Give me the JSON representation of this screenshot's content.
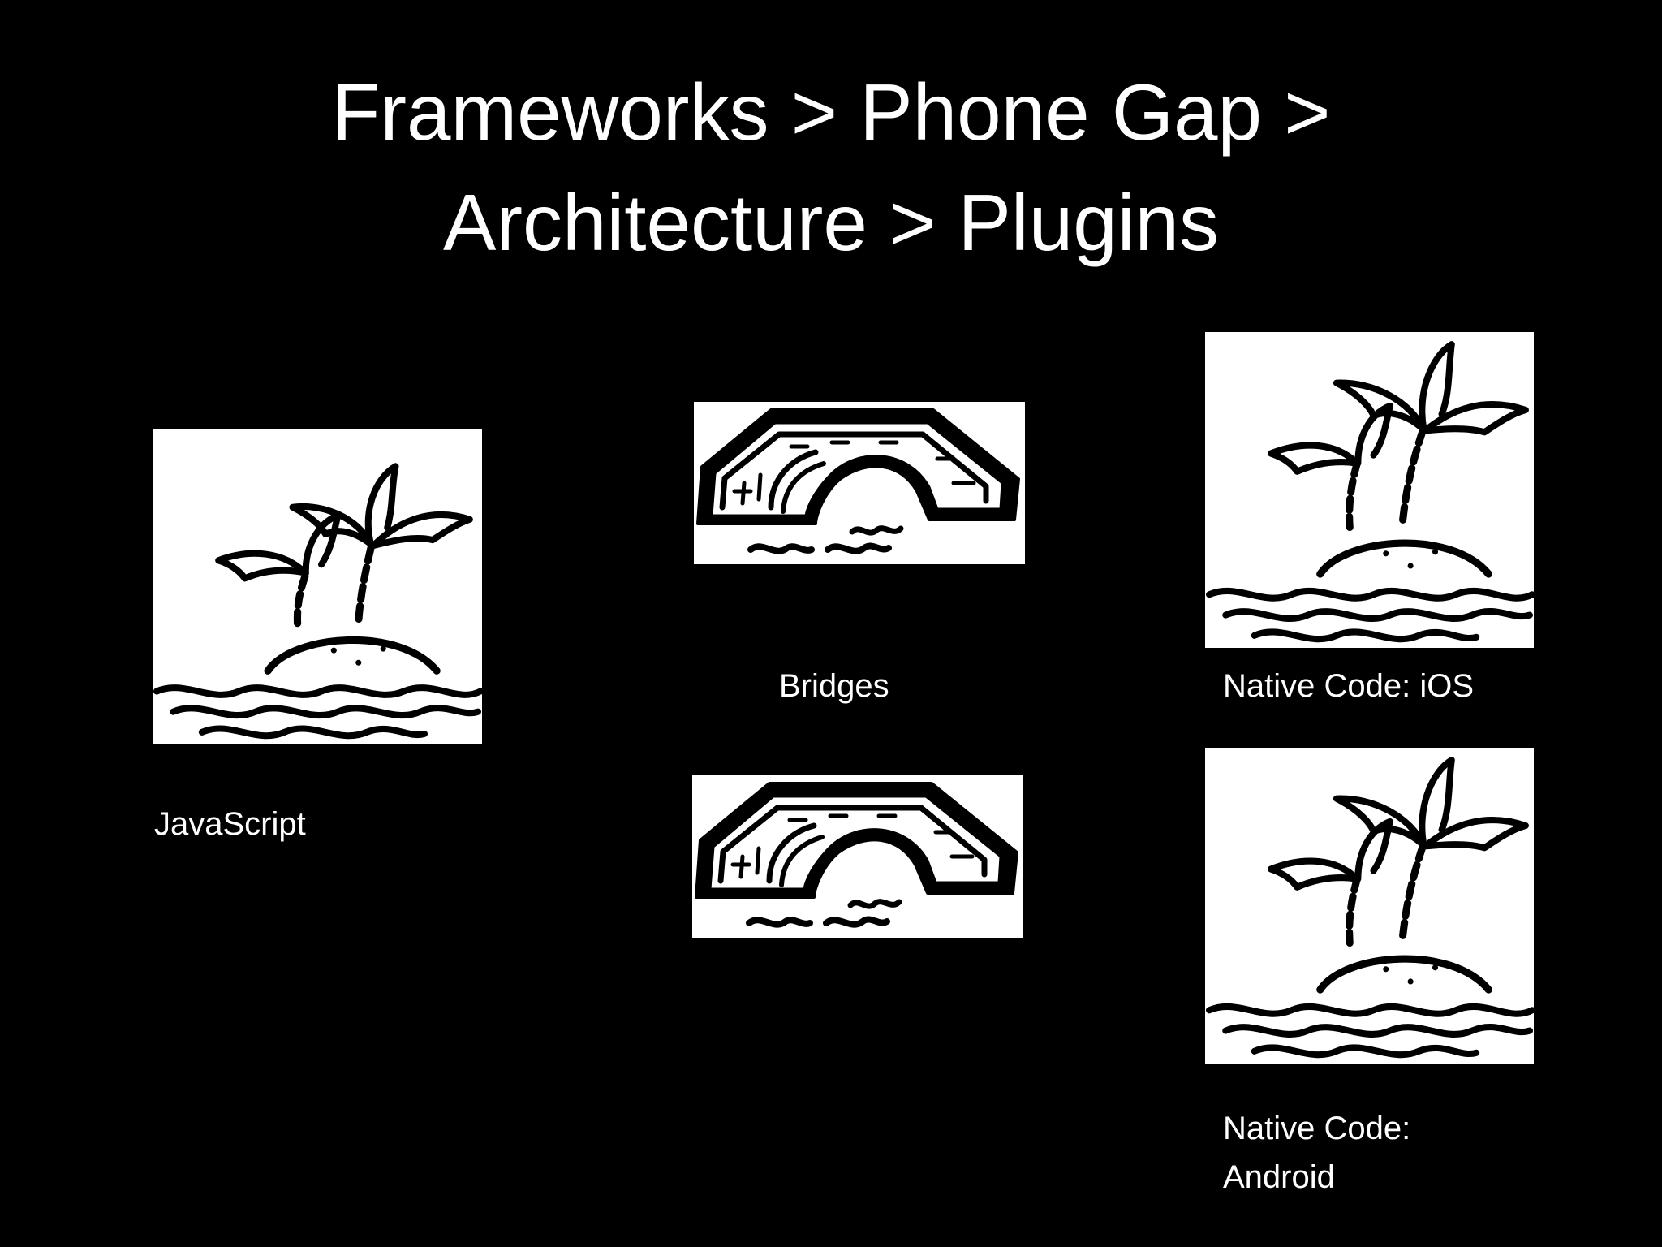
{
  "slide": {
    "title_line1": "Frameworks > Phone Gap >",
    "title_line2": "Architecture > Plugins",
    "background_color": "#000000",
    "text_color": "#ffffff"
  },
  "nodes": {
    "javascript": {
      "label": "JavaScript",
      "icon": "island-palm-tree-icon"
    },
    "bridges": {
      "label": "Bridges",
      "icon": "stone-bridge-icon"
    },
    "native_ios": {
      "label": "Native Code: iOS",
      "icon": "island-palm-tree-icon"
    },
    "native_android": {
      "label": "Native Code: Android",
      "icon": "island-palm-tree-icon"
    }
  }
}
